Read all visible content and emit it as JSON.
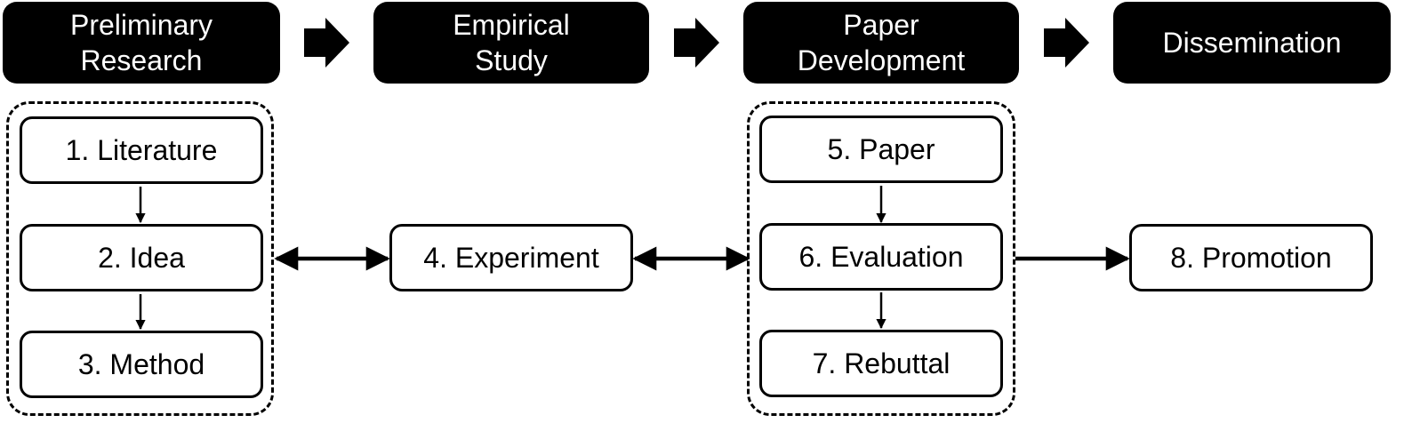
{
  "phases": [
    {
      "label": "Preliminary\nResearch"
    },
    {
      "label": "Empirical\nStudy"
    },
    {
      "label": "Paper\nDevelopment"
    },
    {
      "label": "Dissemination"
    }
  ],
  "steps": [
    {
      "label": "1. Literature"
    },
    {
      "label": "2. Idea"
    },
    {
      "label": "3. Method"
    },
    {
      "label": "4. Experiment"
    },
    {
      "label": "5. Paper"
    },
    {
      "label": "6. Evaluation"
    },
    {
      "label": "7. Rebuttal"
    },
    {
      "label": "8. Promotion"
    }
  ],
  "colors": {
    "phase_fill": "#000000",
    "phase_text": "#ffffff",
    "line": "#000000"
  }
}
